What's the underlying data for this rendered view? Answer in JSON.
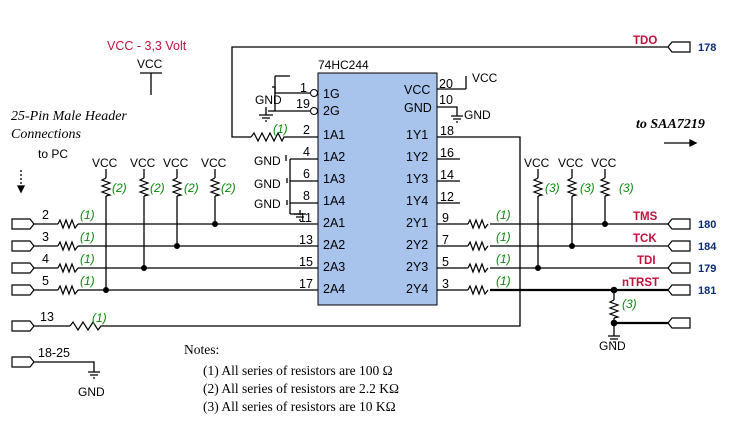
{
  "supply_label": "VCC - 3,3 Volt",
  "vcc": "VCC",
  "gnd": "GND",
  "chip": {
    "name": "74HC244",
    "left_pins": [
      {
        "num": "1",
        "name": "1G"
      },
      {
        "num": "19",
        "name": "2G"
      },
      {
        "num": "2",
        "name": "1A1"
      },
      {
        "num": "4",
        "name": "1A2"
      },
      {
        "num": "6",
        "name": "1A3"
      },
      {
        "num": "8",
        "name": "1A4"
      },
      {
        "num": "11",
        "name": "2A1"
      },
      {
        "num": "13",
        "name": "2A2"
      },
      {
        "num": "15",
        "name": "2A3"
      },
      {
        "num": "17",
        "name": "2A4"
      }
    ],
    "right_pins": [
      {
        "num": "20",
        "name": "VCC"
      },
      {
        "num": "10",
        "name": "GND"
      },
      {
        "num": "18",
        "name": "1Y1"
      },
      {
        "num": "16",
        "name": "1Y2"
      },
      {
        "num": "14",
        "name": "1Y3"
      },
      {
        "num": "12",
        "name": "1Y4"
      },
      {
        "num": "9",
        "name": "2Y1"
      },
      {
        "num": "7",
        "name": "2Y2"
      },
      {
        "num": "5",
        "name": "2Y3"
      },
      {
        "num": "3",
        "name": "2Y4"
      }
    ]
  },
  "header": {
    "title_line1": "25-Pin Male Header",
    "title_line2": "Connections",
    "to_pc": "to PC",
    "pins": [
      "2",
      "3",
      "4",
      "5",
      "13",
      "18-25"
    ]
  },
  "to_target": "to SAA7219",
  "resistor_labels": {
    "r1": "(1)",
    "r2": "(2)",
    "r3": "(3)"
  },
  "signals": [
    {
      "name": "TDO",
      "number": "178"
    },
    {
      "name": "TMS",
      "number": "180"
    },
    {
      "name": "TCK",
      "number": "184"
    },
    {
      "name": "TDI",
      "number": "179"
    },
    {
      "name": "nTRST",
      "number": "181"
    }
  ],
  "notes": {
    "title": "Notes:",
    "items": [
      "(1) All series of resistors are 100 Ω",
      "(2) All series of resistors are 2.2 KΩ",
      "(3) All series of resistors are 10 KΩ"
    ]
  },
  "colors": {
    "chip_fill": "#a8c4ec",
    "signal_red": "#c3103c",
    "resistor_green": "#0b8a0b",
    "pin_blue": "#0a2a7a"
  }
}
